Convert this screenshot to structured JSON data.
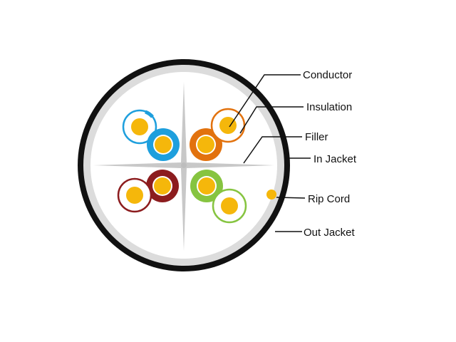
{
  "labels": {
    "conductor": "Conductor",
    "insulation": "Insulation",
    "filler": "Filler",
    "in_jacket": "In Jacket",
    "rip_cord": "Rip Cord",
    "out_jacket": "Out Jacket"
  },
  "colors": {
    "outer_jacket": "#111111",
    "inner_jacket": "#dcdcdc",
    "cable_fill": "#ffffff",
    "conductor": "#f5b70b",
    "rip_cord": "#f5b70b",
    "filler": "#c8c8c8",
    "pair_blue": "#1e9fdd",
    "pair_orange": "#e2720e",
    "pair_brown": "#8c1c1e",
    "pair_green": "#86c440",
    "leader_line": "#111111"
  },
  "pairs": [
    {
      "name": "blue",
      "stripe": "blue-white",
      "solid": "blue"
    },
    {
      "name": "orange",
      "stripe": "orange-white",
      "solid": "orange"
    },
    {
      "name": "brown",
      "stripe": "brown-white",
      "solid": "brown"
    },
    {
      "name": "green",
      "stripe": "green-white",
      "solid": "green"
    }
  ]
}
